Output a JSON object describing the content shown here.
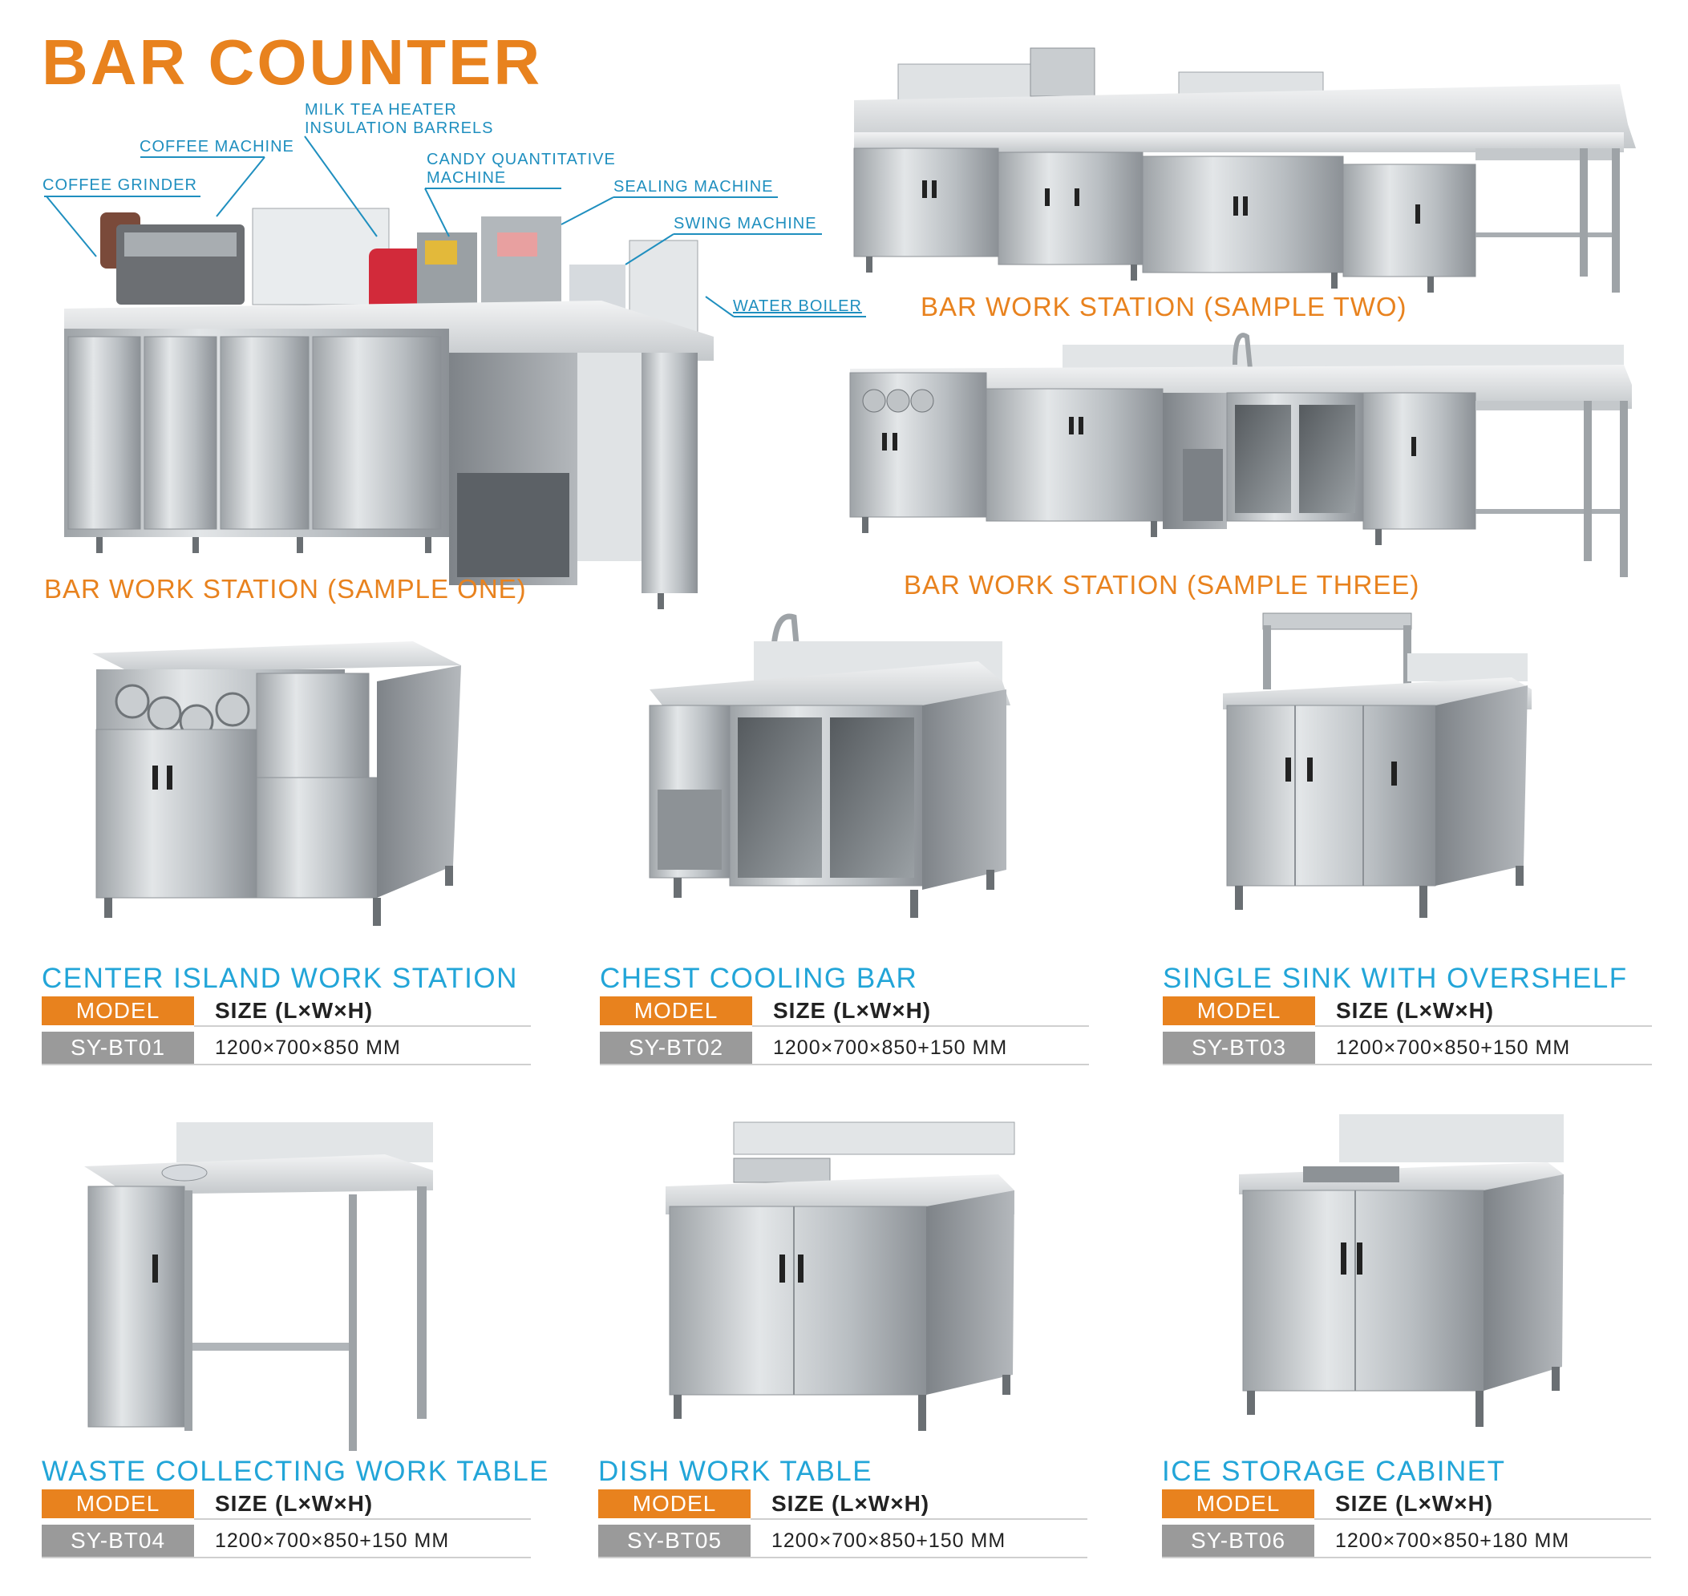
{
  "title": "BAR COUNTER",
  "callouts": {
    "coffee_grinder": "COFFEE GRINDER",
    "coffee_machine": "COFFEE MACHINE",
    "milk_tea_heater_1": "MILK TEA HEATER",
    "milk_tea_heater_2": "INSULATION BARRELS",
    "candy_machine_1": "CANDY QUANTITATIVE",
    "candy_machine_2": "MACHINE",
    "sealing_machine": "SEALING MACHINE",
    "swing_machine": "SWING MACHINE",
    "water_boiler": "WATER BOILER"
  },
  "samples": {
    "one": "BAR WORK STATION (SAMPLE ONE)",
    "two": "BAR WORK STATION (SAMPLE TWO)",
    "three": "BAR WORK STATION (SAMPLE THREE)"
  },
  "spec_headers": {
    "model": "MODEL",
    "size": "SIZE (L×W×H)"
  },
  "products": [
    {
      "name": "CENTER ISLAND WORK STATION",
      "model": "SY-BT01",
      "size": "1200×700×850 MM"
    },
    {
      "name": "CHEST COOLING BAR",
      "model": "SY-BT02",
      "size": "1200×700×850+150 MM"
    },
    {
      "name": "SINGLE SINK WITH OVERSHELF",
      "model": "SY-BT03",
      "size": "1200×700×850+150 MM"
    },
    {
      "name": "WASTE COLLECTING  WORK TABLE",
      "model": "SY-BT04",
      "size": "1200×700×850+150 MM"
    },
    {
      "name": "DISH WORK TABLE",
      "model": "SY-BT05",
      "size": "1200×700×850+150 MM"
    },
    {
      "name": "ICE STORAGE CABINET",
      "model": "SY-BT06",
      "size": "1200×700×850+180 MM"
    }
  ],
  "colors": {
    "accent_orange": "#e8821e",
    "callout_blue": "#1f8fbf",
    "product_blue": "#22a5d8",
    "model_gray": "#9a9a9a"
  }
}
